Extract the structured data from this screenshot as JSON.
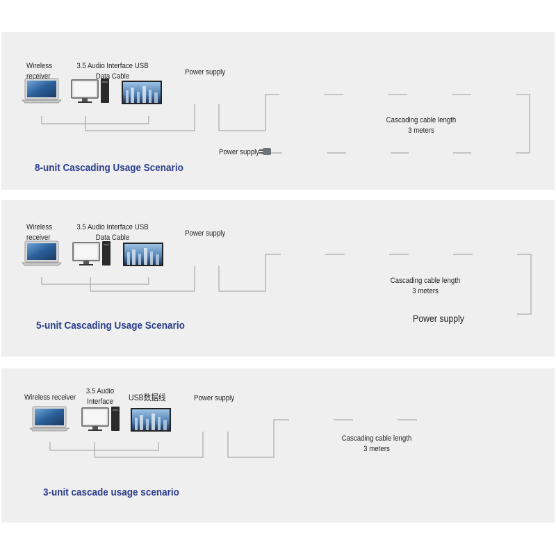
{
  "scenario_8": {
    "label_wireless": "Wireless receiver",
    "label_interface": "3.5 Audio Interface USB Data Cable",
    "label_power_hub": "Power supply",
    "label_power_end": "Power supply",
    "label_cable": "Cascading cable length 3 meters",
    "title": "8-unit Cascading Usage Scenario",
    "unit_count": 8
  },
  "scenario_5": {
    "label_wireless": "Wireless receiver",
    "label_interface": "3.5 Audio Interface USB Data Cable",
    "label_power_hub": "Power supply",
    "label_power_end": "Power supply",
    "label_cable": "Cascading cable length 3 meters",
    "title": "5-unit Cascading Usage Scenario",
    "unit_count": 5
  },
  "scenario_3": {
    "label_wireless": "Wireless receiver",
    "label_audio": "3.5 Audio Interface",
    "label_usb": "USB数据线",
    "label_power_hub": "Power supply",
    "label_cable": "Cascading cable length 3 meters",
    "title": "3-unit cascade usage scenario",
    "unit_count": 3
  },
  "colors": {
    "panel": "#efefef",
    "title": "#2b3d8c",
    "speaker_body": "#3a3f44",
    "speaker_ring": "#27c2a0",
    "cable": "#9a9a9a"
  }
}
